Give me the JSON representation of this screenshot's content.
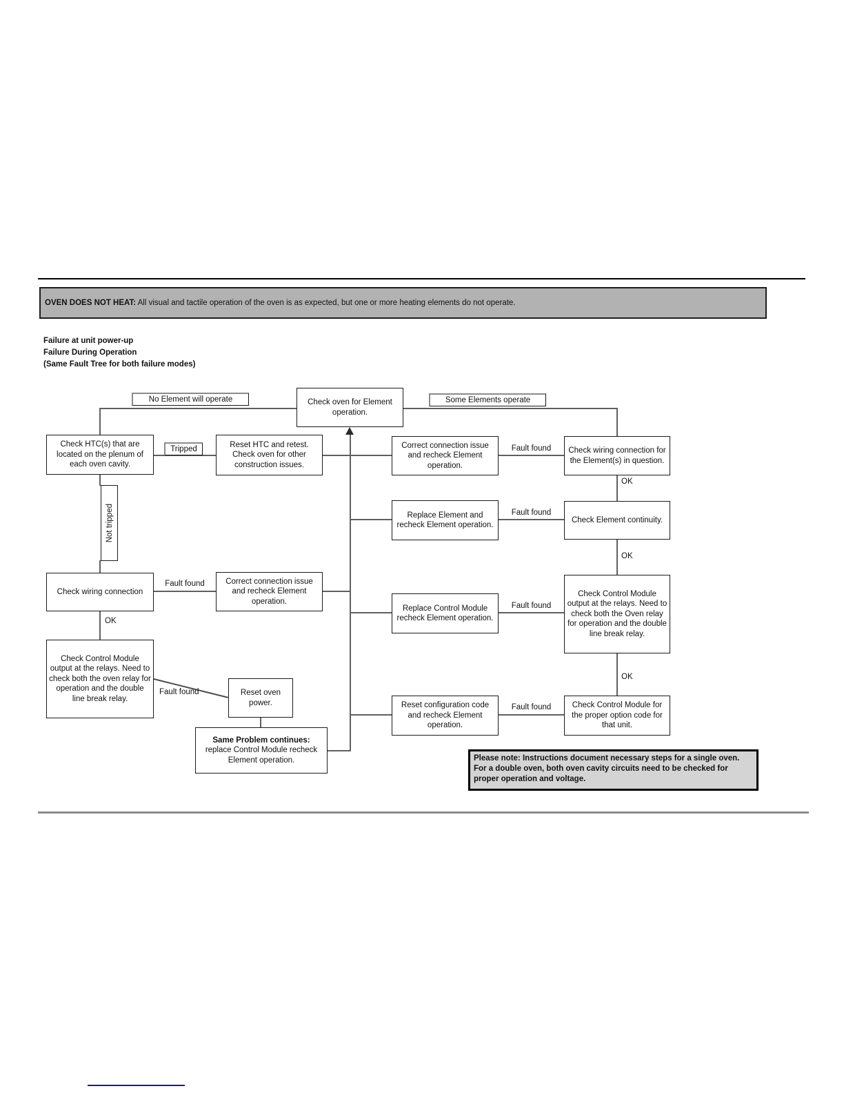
{
  "header": {
    "prefix": "OVEN DOES NOT HEAT:",
    "rest": " All visual and tactile operation of the oven is as expected, but one or more heating elements do not operate."
  },
  "intro": {
    "line1": "Failure at unit power-up",
    "line2": "Failure During Operation",
    "line3": "(Same Fault Tree for both failure modes)"
  },
  "flowchart": {
    "branch_left": "No Element will operate",
    "branch_right": "Some Elements operate",
    "labels": {
      "tripped": "Tripped",
      "not_tripped": "Not tripped",
      "fault_found": "Fault found",
      "ok": "OK"
    },
    "nodes": {
      "check_oven": "Check oven for Element operation.",
      "check_htc": "Check HTC(s) that are located on the plenum of each oven cavity.",
      "reset_htc": "Reset HTC and retest. Check oven for other construction issues.",
      "correct_connection": "Correct connection issue and recheck Element operation.",
      "check_wiring_element": "Check wiring connection for the Element(s) in question.",
      "replace_element": "Replace Element and recheck Element operation.",
      "check_continuity": "Check Element continuity.",
      "check_wiring": "Check wiring connection",
      "correct_connection_2": "Correct connection issue and recheck Element operation.",
      "replace_control_module": "Replace Control Module recheck Element operation.",
      "cm_output_right": "Check Control Module output at the relays. Need to check both the Oven relay for operation and the double line break relay.",
      "cm_output_left": "Check Control Module output at the relays. Need to check both the oven relay for operation and the double line break relay.",
      "reset_oven_power": "Reset oven power.",
      "same_problem_prefix": "Same Problem continues:",
      "same_problem_rest": "replace Control Module recheck Element operation.",
      "reset_config": "Reset configuration code and recheck Element operation.",
      "option_code": "Check Control Module for the proper option code for that unit."
    },
    "note": {
      "prefix": "Please note:",
      "rest": " Instructions document necessary steps for a single oven.  For a double oven, both oven cavity circuits need to be checked for proper operation and voltage."
    }
  },
  "colors": {
    "header_bg": "#b2b2b2",
    "note_bg": "#d4d4d4",
    "connector_line": "#5f5f5f",
    "box_border": "#1a1a1a",
    "link_line": "#1a1a8f"
  }
}
